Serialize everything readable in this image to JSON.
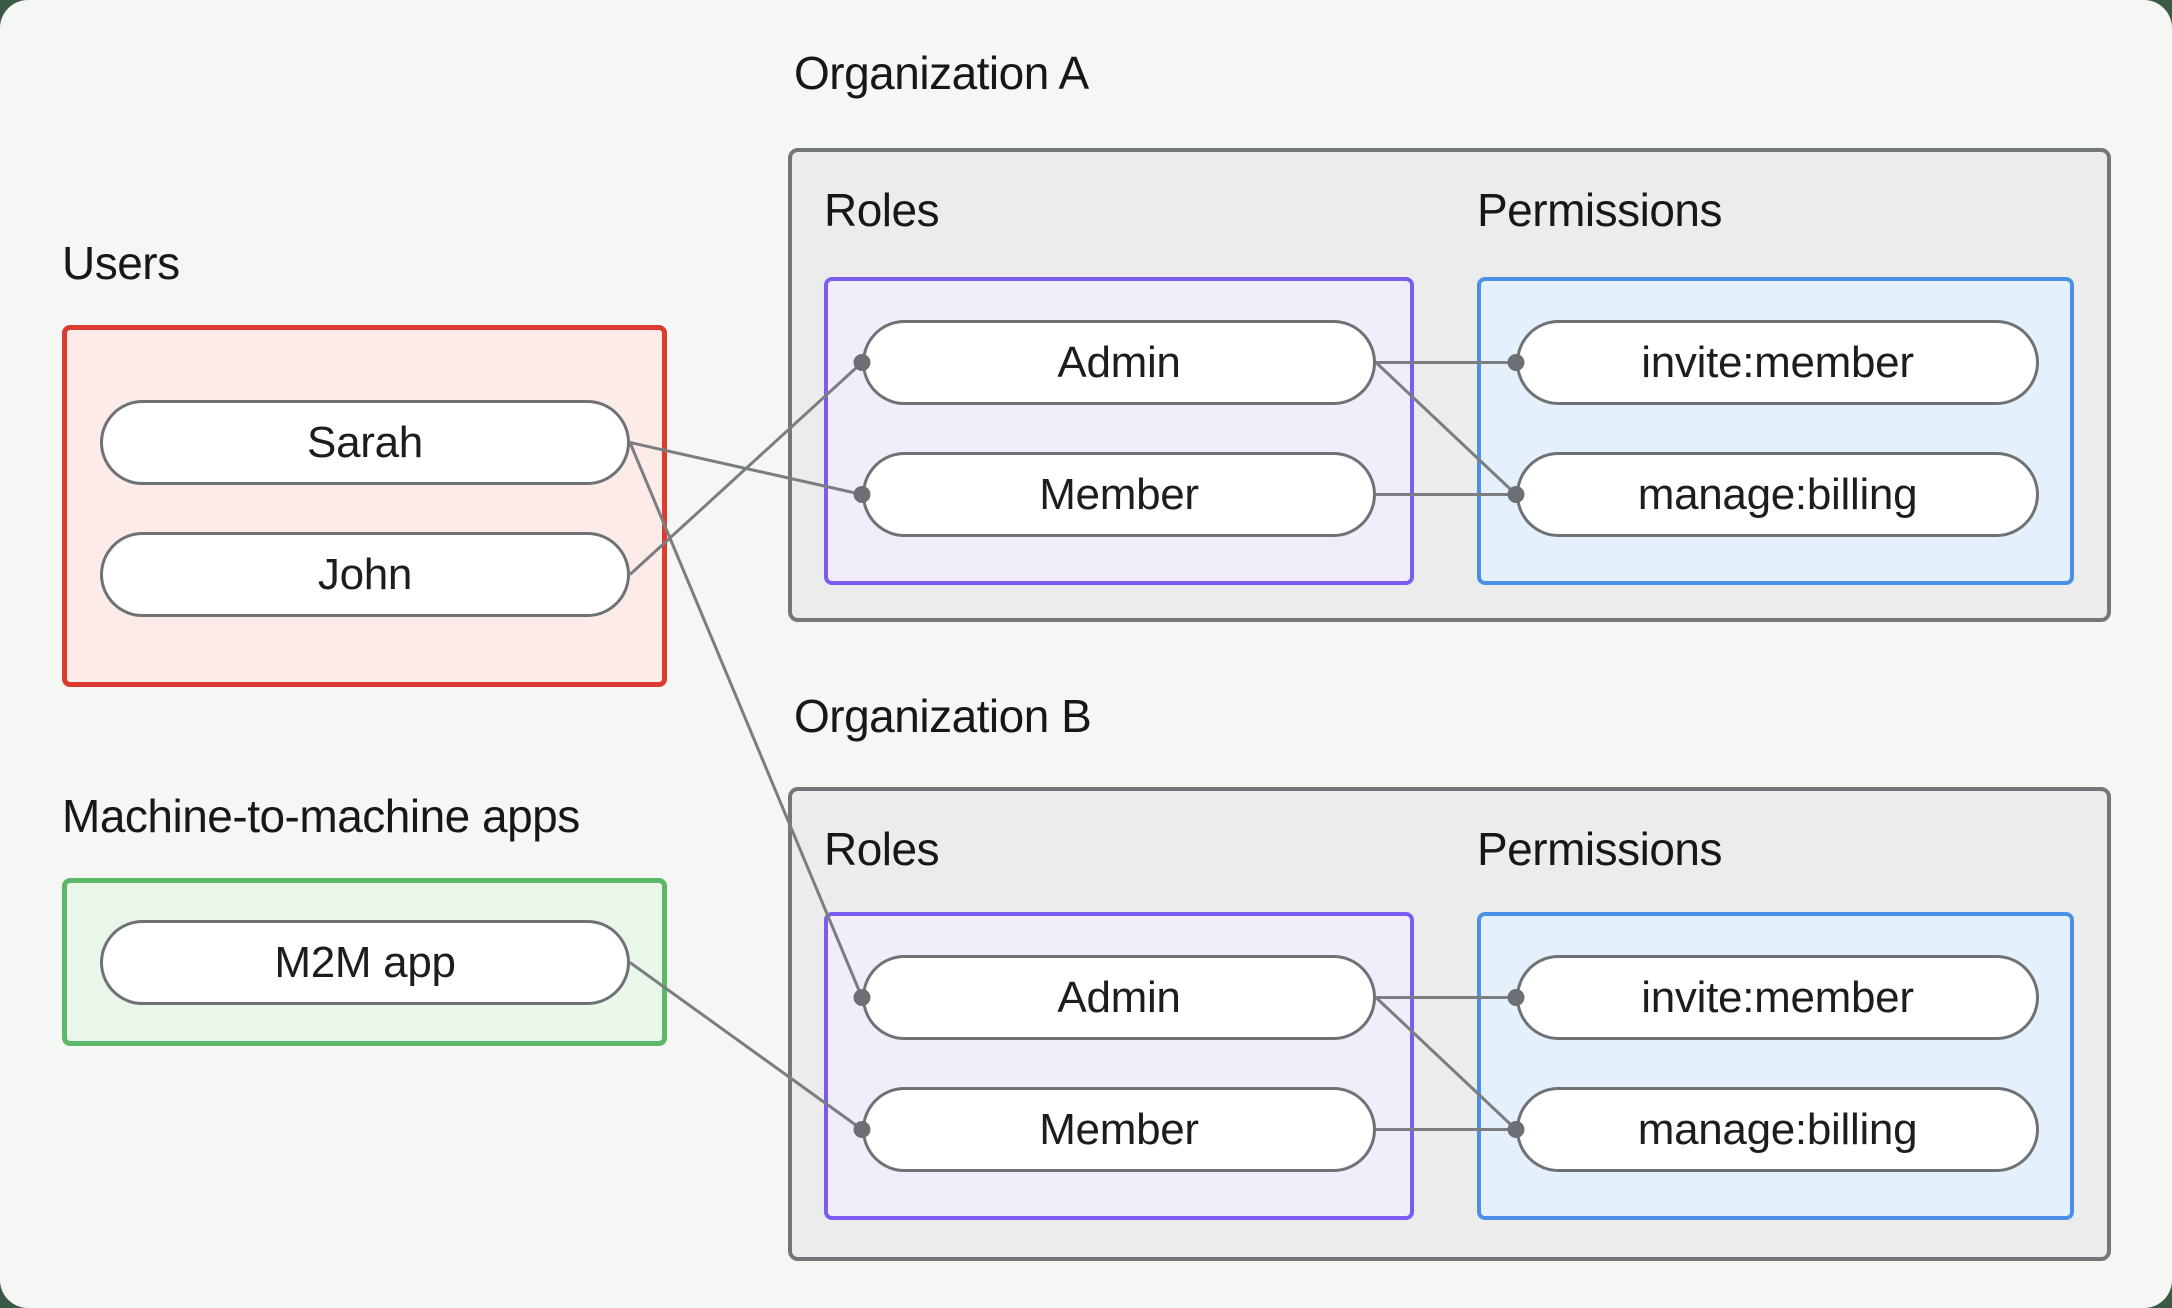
{
  "canvas": {
    "background": "#f5f7f4",
    "outer_background": "#3a5a46"
  },
  "colors": {
    "users_border": "#dc3b31",
    "users_fill": "#fcebe9",
    "m2m_border": "#5db768",
    "m2m_fill": "#e9f6e9",
    "org_border": "#74777a",
    "org_fill": "#ececed",
    "roles_border": "#7b5bf2",
    "roles_fill": "#f1edfb",
    "permissions_border": "#4a8fe8",
    "permissions_fill": "#e4f0fc",
    "pill_border": "#6f7275",
    "connector_line": "#7b7e81",
    "connector_dot": "#6c7074"
  },
  "left_panel": {
    "users_group": {
      "label": "Users",
      "items": [
        "Sarah",
        "John"
      ]
    },
    "m2m_group": {
      "label": "Machine-to-machine apps",
      "items": [
        "M2M app"
      ]
    }
  },
  "organizations": [
    {
      "label": "Organization A",
      "roles": {
        "label": "Roles",
        "items": [
          "Admin",
          "Member"
        ]
      },
      "permissions": {
        "label": "Permissions",
        "items": [
          "invite:member",
          "manage:billing"
        ]
      }
    },
    {
      "label": "Organization B",
      "roles": {
        "label": "Roles",
        "items": [
          "Admin",
          "Member"
        ]
      },
      "permissions": {
        "label": "Permissions",
        "items": [
          "invite:member",
          "manage:billing"
        ]
      }
    }
  ],
  "connections": [
    {
      "from": "user-sarah",
      "to": "org-a-role-member"
    },
    {
      "from": "user-john",
      "to": "org-a-role-admin"
    },
    {
      "from": "user-sarah",
      "to": "org-b-role-admin"
    },
    {
      "from": "m2m-app",
      "to": "org-b-role-member"
    },
    {
      "from": "org-a-role-admin",
      "to": "org-a-permission-invite-member"
    },
    {
      "from": "org-a-role-admin",
      "to": "org-a-permission-manage-billing"
    },
    {
      "from": "org-a-role-member",
      "to": "org-a-permission-manage-billing"
    },
    {
      "from": "org-b-role-admin",
      "to": "org-b-permission-invite-member"
    },
    {
      "from": "org-b-role-admin",
      "to": "org-b-permission-manage-billing"
    },
    {
      "from": "org-b-role-member",
      "to": "org-b-permission-manage-billing"
    }
  ]
}
